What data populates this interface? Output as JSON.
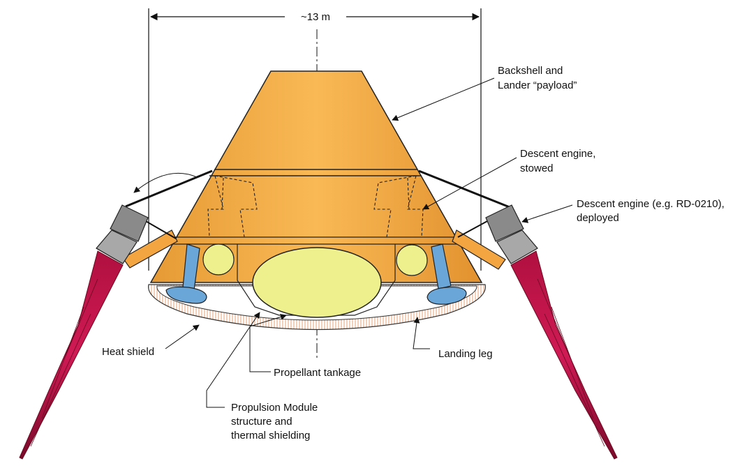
{
  "dimension": {
    "label": "~13 m"
  },
  "labels": {
    "backshell": [
      "Backshell and",
      "Lander “payload”"
    ],
    "descent_stowed": [
      "Descent engine,",
      "stowed"
    ],
    "descent_deployed": [
      "Descent engine (e.g. RD-0210),",
      "deployed"
    ],
    "heatshield": "Heat shield",
    "landing_leg": "Landing leg",
    "propellant": "Propellant tankage",
    "propulsion": [
      "Propulsion Module",
      "structure and",
      "thermal shielding"
    ]
  },
  "colors": {
    "body": "#f2a541",
    "body_light": "#f9c267",
    "tank": "#eef08e",
    "leg": "#6aa6d8",
    "nozzle": "#8a8a8a",
    "plume": "#c0124a",
    "heatshield_hatch": "#e8a070"
  }
}
